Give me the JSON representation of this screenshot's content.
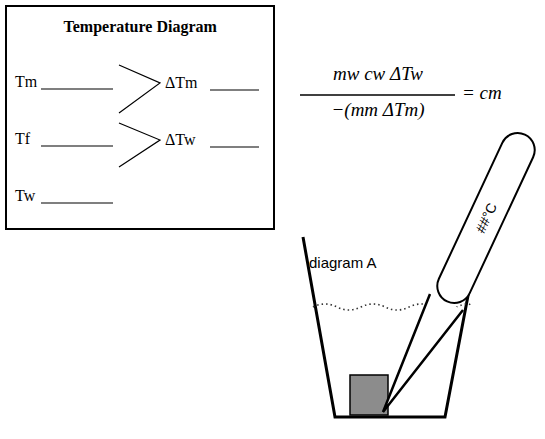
{
  "diagram": {
    "nodes": [
      {
        "text": [
          "Temperature Diagram",
          "Tm",
          "Tf",
          "Tw",
          "ΔTm",
          "ΔTw"
        ]
      },
      {
        "text": [
          "diagram A"
        ]
      },
      {
        "text": [
          "##°C"
        ]
      }
    ],
    "labels": [
      "mw cw ΔTw",
      "−(mm ΔTm)",
      "= cm"
    ]
  }
}
